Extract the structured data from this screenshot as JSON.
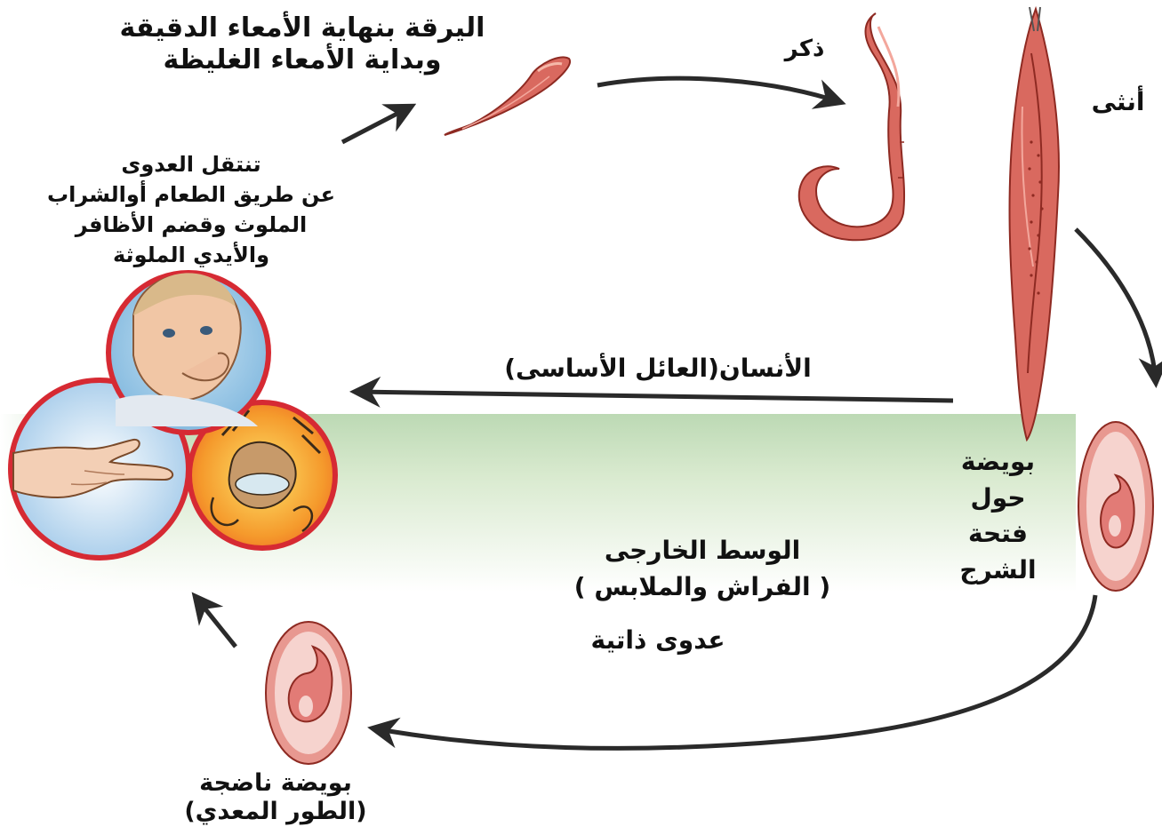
{
  "labels": {
    "larva_line1": "اليرقة بنهاية الأمعاء الدقيقة",
    "larva_line2": "وبداية الأمعاء الغليظة",
    "male": "ذكر",
    "female": "أنثى",
    "transmission_line1": "تنتقل العدوى",
    "transmission_line2": "عن طريق الطعام أوالشراب",
    "transmission_line3": "الملوث وقضم الأظافر",
    "transmission_line4": "والأيدي الملوثة",
    "host": "الأنسان(العائل الأساسى)",
    "egg_line1": "بويضة",
    "egg_line2": "حول",
    "egg_line3": "فتحة",
    "egg_line4": "الشرج",
    "environment_line1": "الوسط الخارجى",
    "environment_line2": "( الفراش والملابس )",
    "self_infection": "عدوى ذاتية",
    "mature_egg_line1": "بويضة ناضجة",
    "mature_egg_line2": "(الطور المعدي)"
  },
  "colors": {
    "worm_fill": "#d9695f",
    "worm_outline": "#8e2a22",
    "egg_shell": "#f4c9c4",
    "egg_inner": "#e27b76",
    "arrow": "#2a2a2a",
    "green_band": "#d6e8d2",
    "circle_ring": "#d62a33",
    "text": "#111111"
  },
  "icons": {
    "larva": "larva-worm-icon",
    "male": "male-worm-icon",
    "female": "female-worm-icon",
    "egg_perianal": "egg-icon",
    "egg_mature": "mature-egg-icon",
    "child": "child-illustration",
    "hand": "hand-illustration",
    "contaminated": "contaminated-material-illustration"
  }
}
